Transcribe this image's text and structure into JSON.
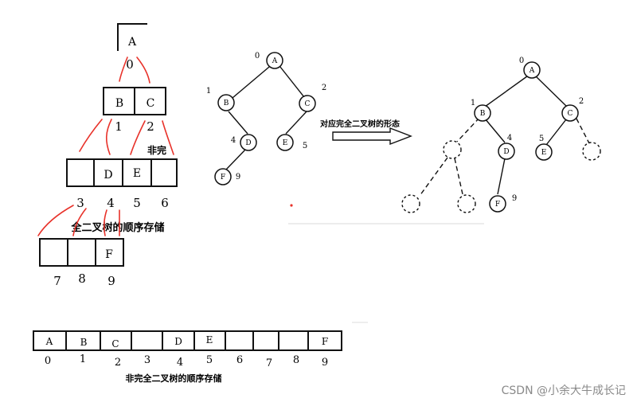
{
  "stacked_storage": {
    "level0": {
      "cells": [
        "A"
      ],
      "indices": [
        "0"
      ]
    },
    "level1": {
      "cells": [
        "B",
        "C"
      ],
      "indices": [
        "1",
        "2"
      ]
    },
    "level2": {
      "cells": [
        "",
        "D",
        "E",
        ""
      ],
      "indices": [
        "3",
        "4",
        "5",
        "6"
      ],
      "note": "非完"
    },
    "level3": {
      "cells": [
        "",
        "",
        "F"
      ],
      "indices": [
        "7",
        "8",
        "9"
      ]
    },
    "caption": "全二叉树的顺序存储"
  },
  "tree_original": {
    "nodes": [
      "A",
      "B",
      "C",
      "D",
      "E",
      "F"
    ],
    "indices": [
      "0",
      "1",
      "2",
      "4",
      "5",
      "9"
    ]
  },
  "arrow_label": "对应完全二叉树的形态",
  "tree_complete": {
    "nodes": [
      "A",
      "B",
      "C",
      "D",
      "E",
      "F"
    ],
    "indices": [
      "0",
      "1",
      "2",
      "4",
      "5",
      "9"
    ]
  },
  "flat_storage": {
    "cells": [
      "A",
      "B",
      "C",
      "",
      "D",
      "E",
      "",
      "",
      "",
      "F"
    ],
    "indices": [
      "0",
      "1",
      "2",
      "3",
      "4",
      "5",
      "6",
      "7",
      "8",
      "9"
    ],
    "caption": "非完全二叉树的顺序存储"
  },
  "watermark": "CSDN @小余大牛成长记",
  "colors": {
    "ink": "#111111",
    "annotation": "#e8322a",
    "watermark": "#8a8a8a"
  }
}
